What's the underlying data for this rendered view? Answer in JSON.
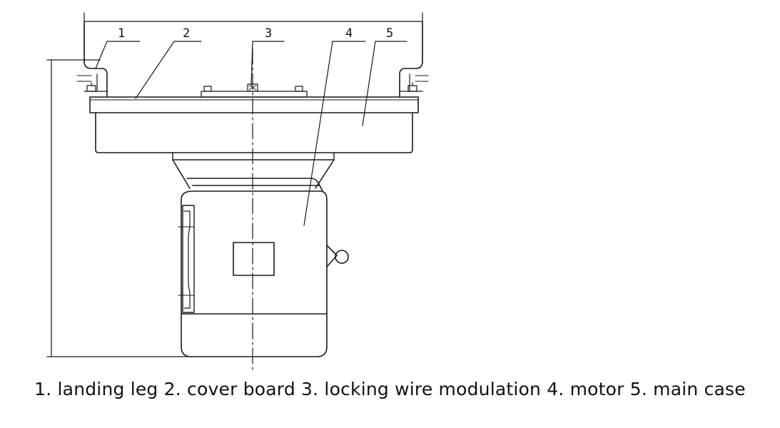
{
  "diagram": {
    "callouts": [
      {
        "number": "1",
        "part": "landing-leg"
      },
      {
        "number": "2",
        "part": "cover-board"
      },
      {
        "number": "3",
        "part": "locking-wire-modulation"
      },
      {
        "number": "4",
        "part": "motor"
      },
      {
        "number": "5",
        "part": "main-case"
      }
    ],
    "caption": "1. landing leg 2. cover board 3. locking wire modulation 4. motor 5. main case"
  },
  "colors": {
    "line": "#1a1a1a",
    "background": "#ffffff"
  }
}
